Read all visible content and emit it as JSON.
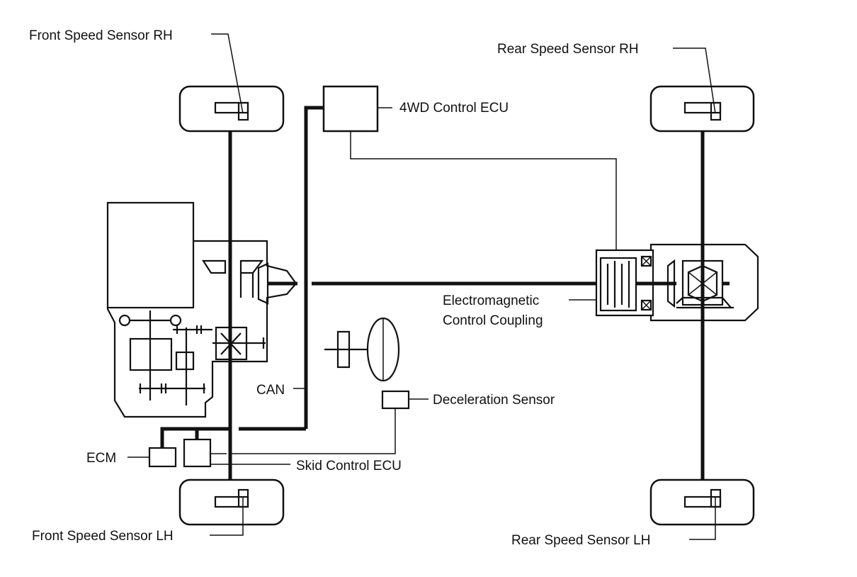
{
  "labels": {
    "front_speed_sensor_rh": "Front Speed Sensor RH",
    "rear_speed_sensor_rh": "Rear Speed Sensor RH",
    "fourwd_control_ecu": "4WD Control ECU",
    "electromagnetic_line1": "Electromagnetic",
    "electromagnetic_line2": "Control Coupling",
    "can": "CAN",
    "deceleration_sensor": "Deceleration Sensor",
    "ecm": "ECM",
    "skid_control_ecu": "Skid Control ECU",
    "front_speed_sensor_lh": "Front Speed Sensor LH",
    "rear_speed_sensor_lh": "Rear Speed Sensor LH"
  }
}
